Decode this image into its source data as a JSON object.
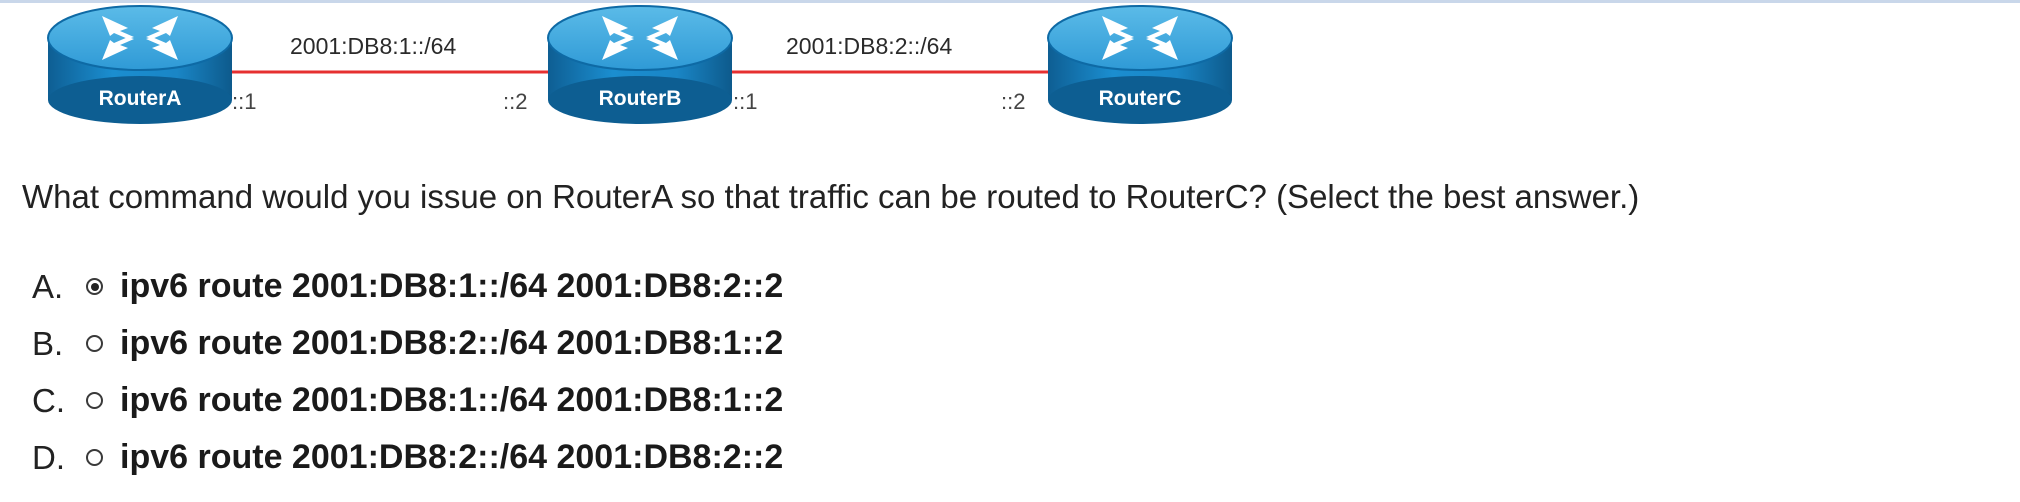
{
  "routers": [
    {
      "name": "RouterA"
    },
    {
      "name": "RouterB"
    },
    {
      "name": "RouterC"
    }
  ],
  "links": [
    {
      "network": "2001:DB8:1::/64",
      "left_intf": "::1",
      "right_intf": "::2"
    },
    {
      "network": "2001:DB8:2::/64",
      "left_intf": "::1",
      "right_intf": "::2"
    }
  ],
  "question": "What command would you issue on RouterA so that traffic can be routed to RouterC?  (Select the best answer.)",
  "options": [
    {
      "letter": "A.",
      "text": "ipv6 route 2001:DB8:1::/64 2001:DB8:2::2",
      "selected": true
    },
    {
      "letter": "B.",
      "text": "ipv6 route 2001:DB8:2::/64 2001:DB8:1::2",
      "selected": false
    },
    {
      "letter": "C.",
      "text": "ipv6 route 2001:DB8:1::/64 2001:DB8:1::2",
      "selected": false
    },
    {
      "letter": "D.",
      "text": "ipv6 route 2001:DB8:2::/64 2001:DB8:2::2",
      "selected": false
    }
  ],
  "colors": {
    "router_body": "#1a86c6",
    "router_top": "#3aa5dd",
    "link": "#e63030"
  }
}
